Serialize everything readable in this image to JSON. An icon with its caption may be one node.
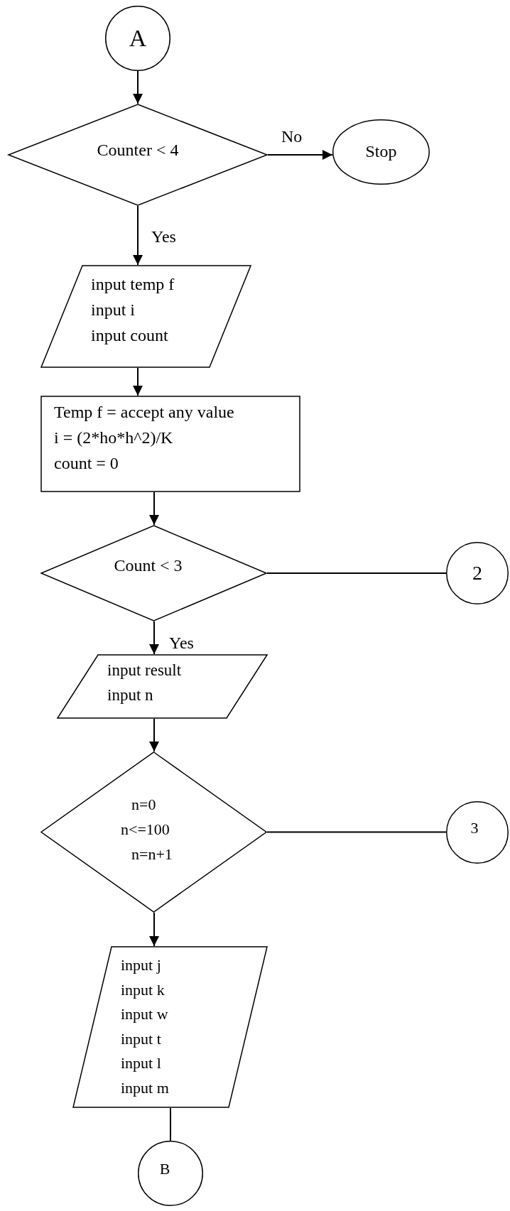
{
  "diagram": {
    "nodes": [
      {
        "text": [
          "A"
        ]
      },
      {
        "text": [
          "Counter < 4"
        ]
      },
      {
        "text": [
          "Stop"
        ]
      },
      {
        "text": [
          "input temp f",
          "input i",
          "input count"
        ]
      },
      {
        "text": [
          "Temp f = accept any value",
          "i = (2*ho*h^2)/K",
          "count = 0"
        ]
      },
      {
        "text": [
          "Count < 3"
        ]
      },
      {
        "text": [
          "2"
        ]
      },
      {
        "text": [
          "input result",
          "input n"
        ]
      },
      {
        "text": [
          "n=0",
          "n<=100",
          "n=n+1"
        ]
      },
      {
        "text": [
          "3"
        ]
      },
      {
        "text": [
          "input j",
          "input k",
          "input w",
          "input t",
          "input l",
          "input m"
        ]
      },
      {
        "text": [
          "B"
        ]
      }
    ],
    "edges": [
      {
        "from": 0,
        "to": 1,
        "arrow": "to"
      },
      {
        "from": 1,
        "to": 2,
        "arrow": "to",
        "label": "No"
      },
      {
        "from": 1,
        "to": 3,
        "arrow": "to",
        "label": "Yes"
      },
      {
        "from": 3,
        "to": 4,
        "arrow": "to"
      },
      {
        "from": 4,
        "to": 5,
        "arrow": "to"
      },
      {
        "from": 5,
        "to": 6,
        "arrow": "none"
      },
      {
        "from": 5,
        "to": 7,
        "arrow": "to",
        "label": "Yes"
      },
      {
        "from": 7,
        "to": 8,
        "arrow": "to"
      },
      {
        "from": 8,
        "to": 9,
        "arrow": "none"
      },
      {
        "from": 8,
        "to": 10,
        "arrow": "to"
      },
      {
        "from": 10,
        "to": 11,
        "arrow": "none"
      }
    ]
  }
}
